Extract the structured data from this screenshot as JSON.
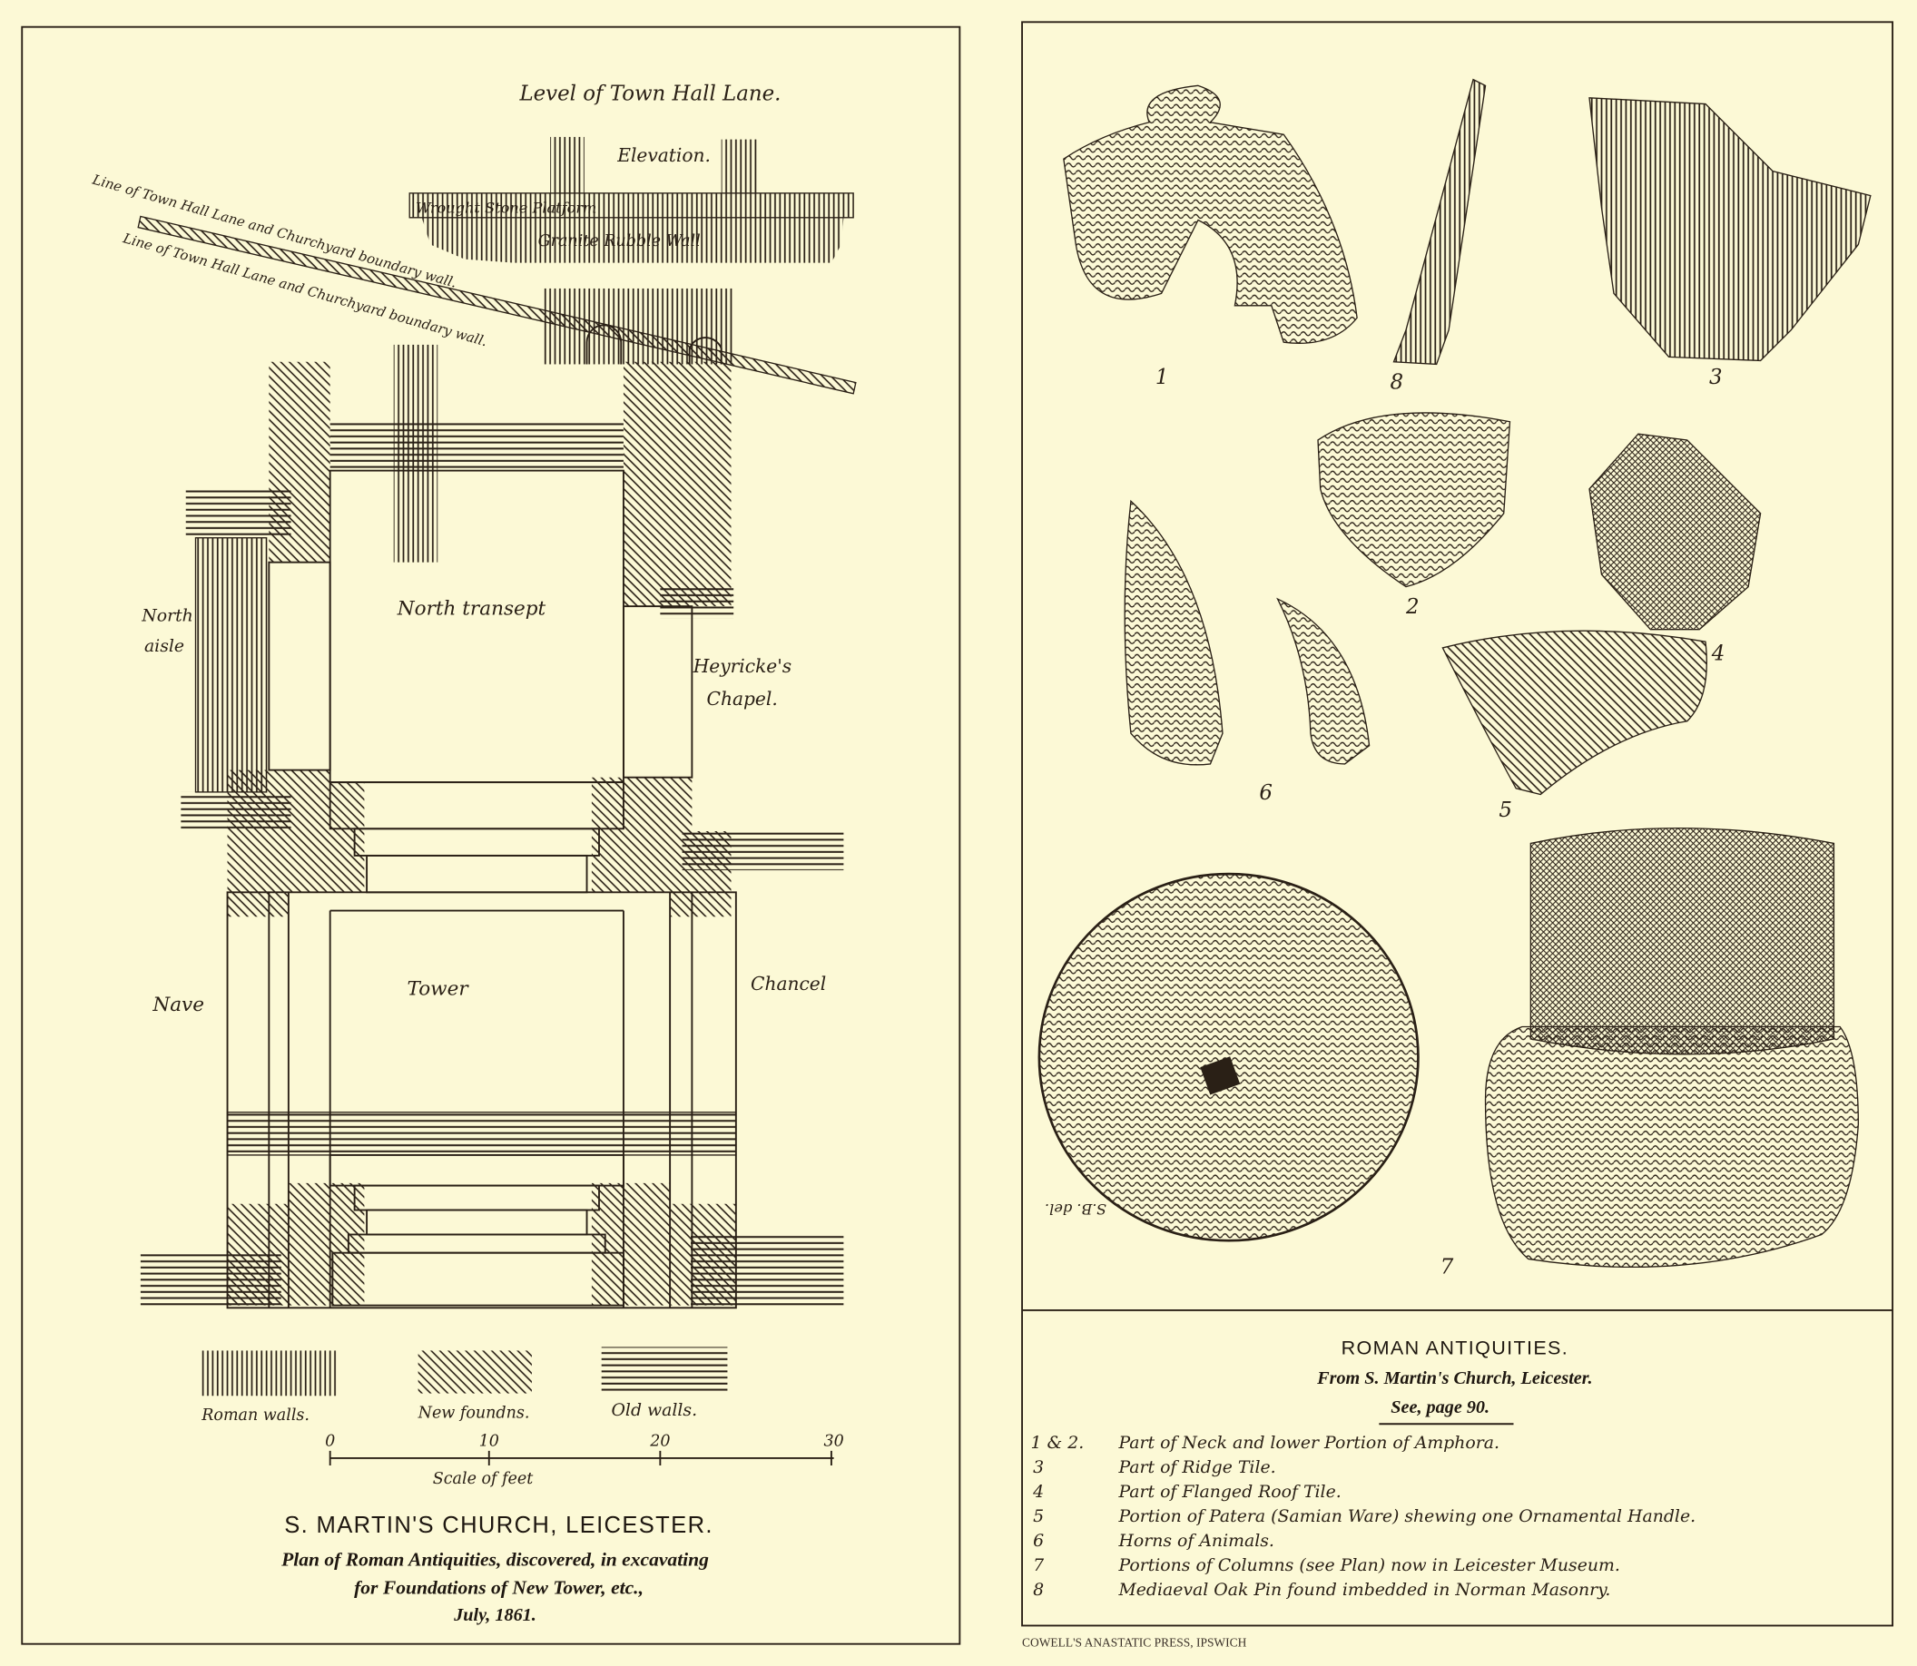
{
  "colors": {
    "paper": "#fcf9d6",
    "ink": "#2a2016"
  },
  "left_plate": {
    "labels": {
      "level": "Level of Town Hall Lane.",
      "elevation": "Elevation.",
      "platform": "Wrought Stone Platform",
      "rubble": "Granite Rubble Wall",
      "boundary_1": "Line of Town Hall Lane and Churchyard boundary wall.",
      "boundary_2": "Line of Town Hall Lane and Churchyard boundary wall.",
      "north_aisle_1": "North",
      "north_aisle_2": "aisle",
      "north_transept": "North transept",
      "chapel_1": "Heyricke's",
      "chapel_2": "Chapel.",
      "nave": "Nave",
      "tower": "Tower",
      "chancel": "Chancel"
    },
    "legend": [
      {
        "label": "Roman walls.",
        "pattern": "vertical"
      },
      {
        "label": "New foundns.",
        "pattern": "diagonal"
      },
      {
        "label": "Old walls.",
        "pattern": "horizontal"
      }
    ],
    "scale": {
      "ticks": [
        "0",
        "10",
        "20",
        "30"
      ],
      "label": "Scale of feet"
    },
    "title": "S. MARTIN'S CHURCH, LEICESTER.",
    "subtitle": [
      "Plan of Roman Antiquities, discovered, in excavating",
      "for Foundations of New Tower, etc.,",
      "July, 1861."
    ]
  },
  "right_plate": {
    "figure_numbers": {
      "f1": "1",
      "f8": "8",
      "f3": "3",
      "f2": "2",
      "f4": "4",
      "f6": "6",
      "f5": "5",
      "f7": "7"
    },
    "signature": "S.B. del.",
    "caption": {
      "title": "ROMAN ANTIQUITIES.",
      "from": "From S. Martin's Church, Leicester.",
      "see": "See, page 90."
    },
    "items": [
      {
        "num": "1 & 2.",
        "text": "Part of Neck and lower Portion of Amphora."
      },
      {
        "num": "3",
        "text": "Part of Ridge Tile."
      },
      {
        "num": "4",
        "text": "Part of Flanged Roof Tile."
      },
      {
        "num": "5",
        "text": "Portion of Patera (Samian Ware) shewing one Ornamental Handle."
      },
      {
        "num": "6",
        "text": "Horns of Animals."
      },
      {
        "num": "7",
        "text": "Portions of Columns (see Plan) now in Leicester Museum."
      },
      {
        "num": "8",
        "text": "Mediaeval Oak Pin found imbedded in Norman Masonry."
      }
    ]
  },
  "footer": {
    "imprint": "COWELL'S ANASTATIC PRESS, IPSWICH"
  }
}
